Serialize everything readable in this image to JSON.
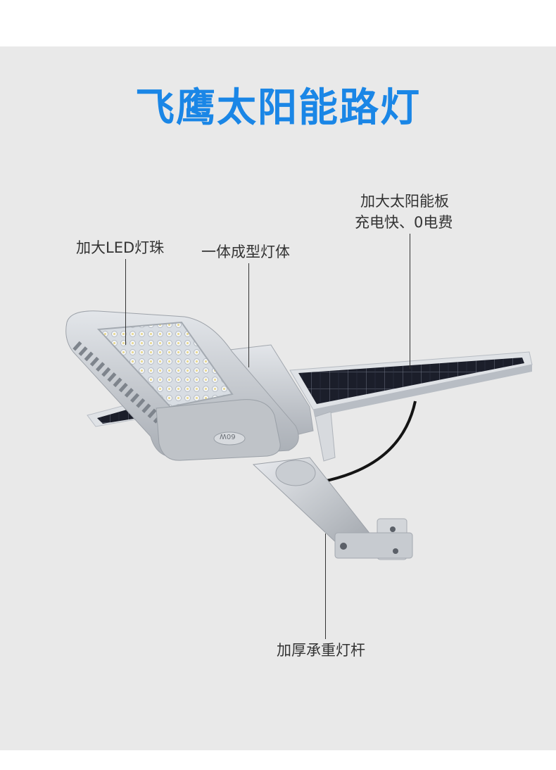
{
  "title": "飞鹰太阳能路灯",
  "callouts": {
    "led_beads": "加大LED灯珠",
    "one_piece_body": "一体成型灯体",
    "solar_panel_line1": "加大太阳能板",
    "solar_panel_line2": "充电快、0电费",
    "pole": "加厚承重灯杆"
  },
  "lamp_badge": "60W",
  "colors": {
    "title": "#1a86e6",
    "background": "#e9e9e9",
    "text": "#333333",
    "aluminium": "#c4c8cd",
    "solar_cell": "#1b1e2a"
  }
}
